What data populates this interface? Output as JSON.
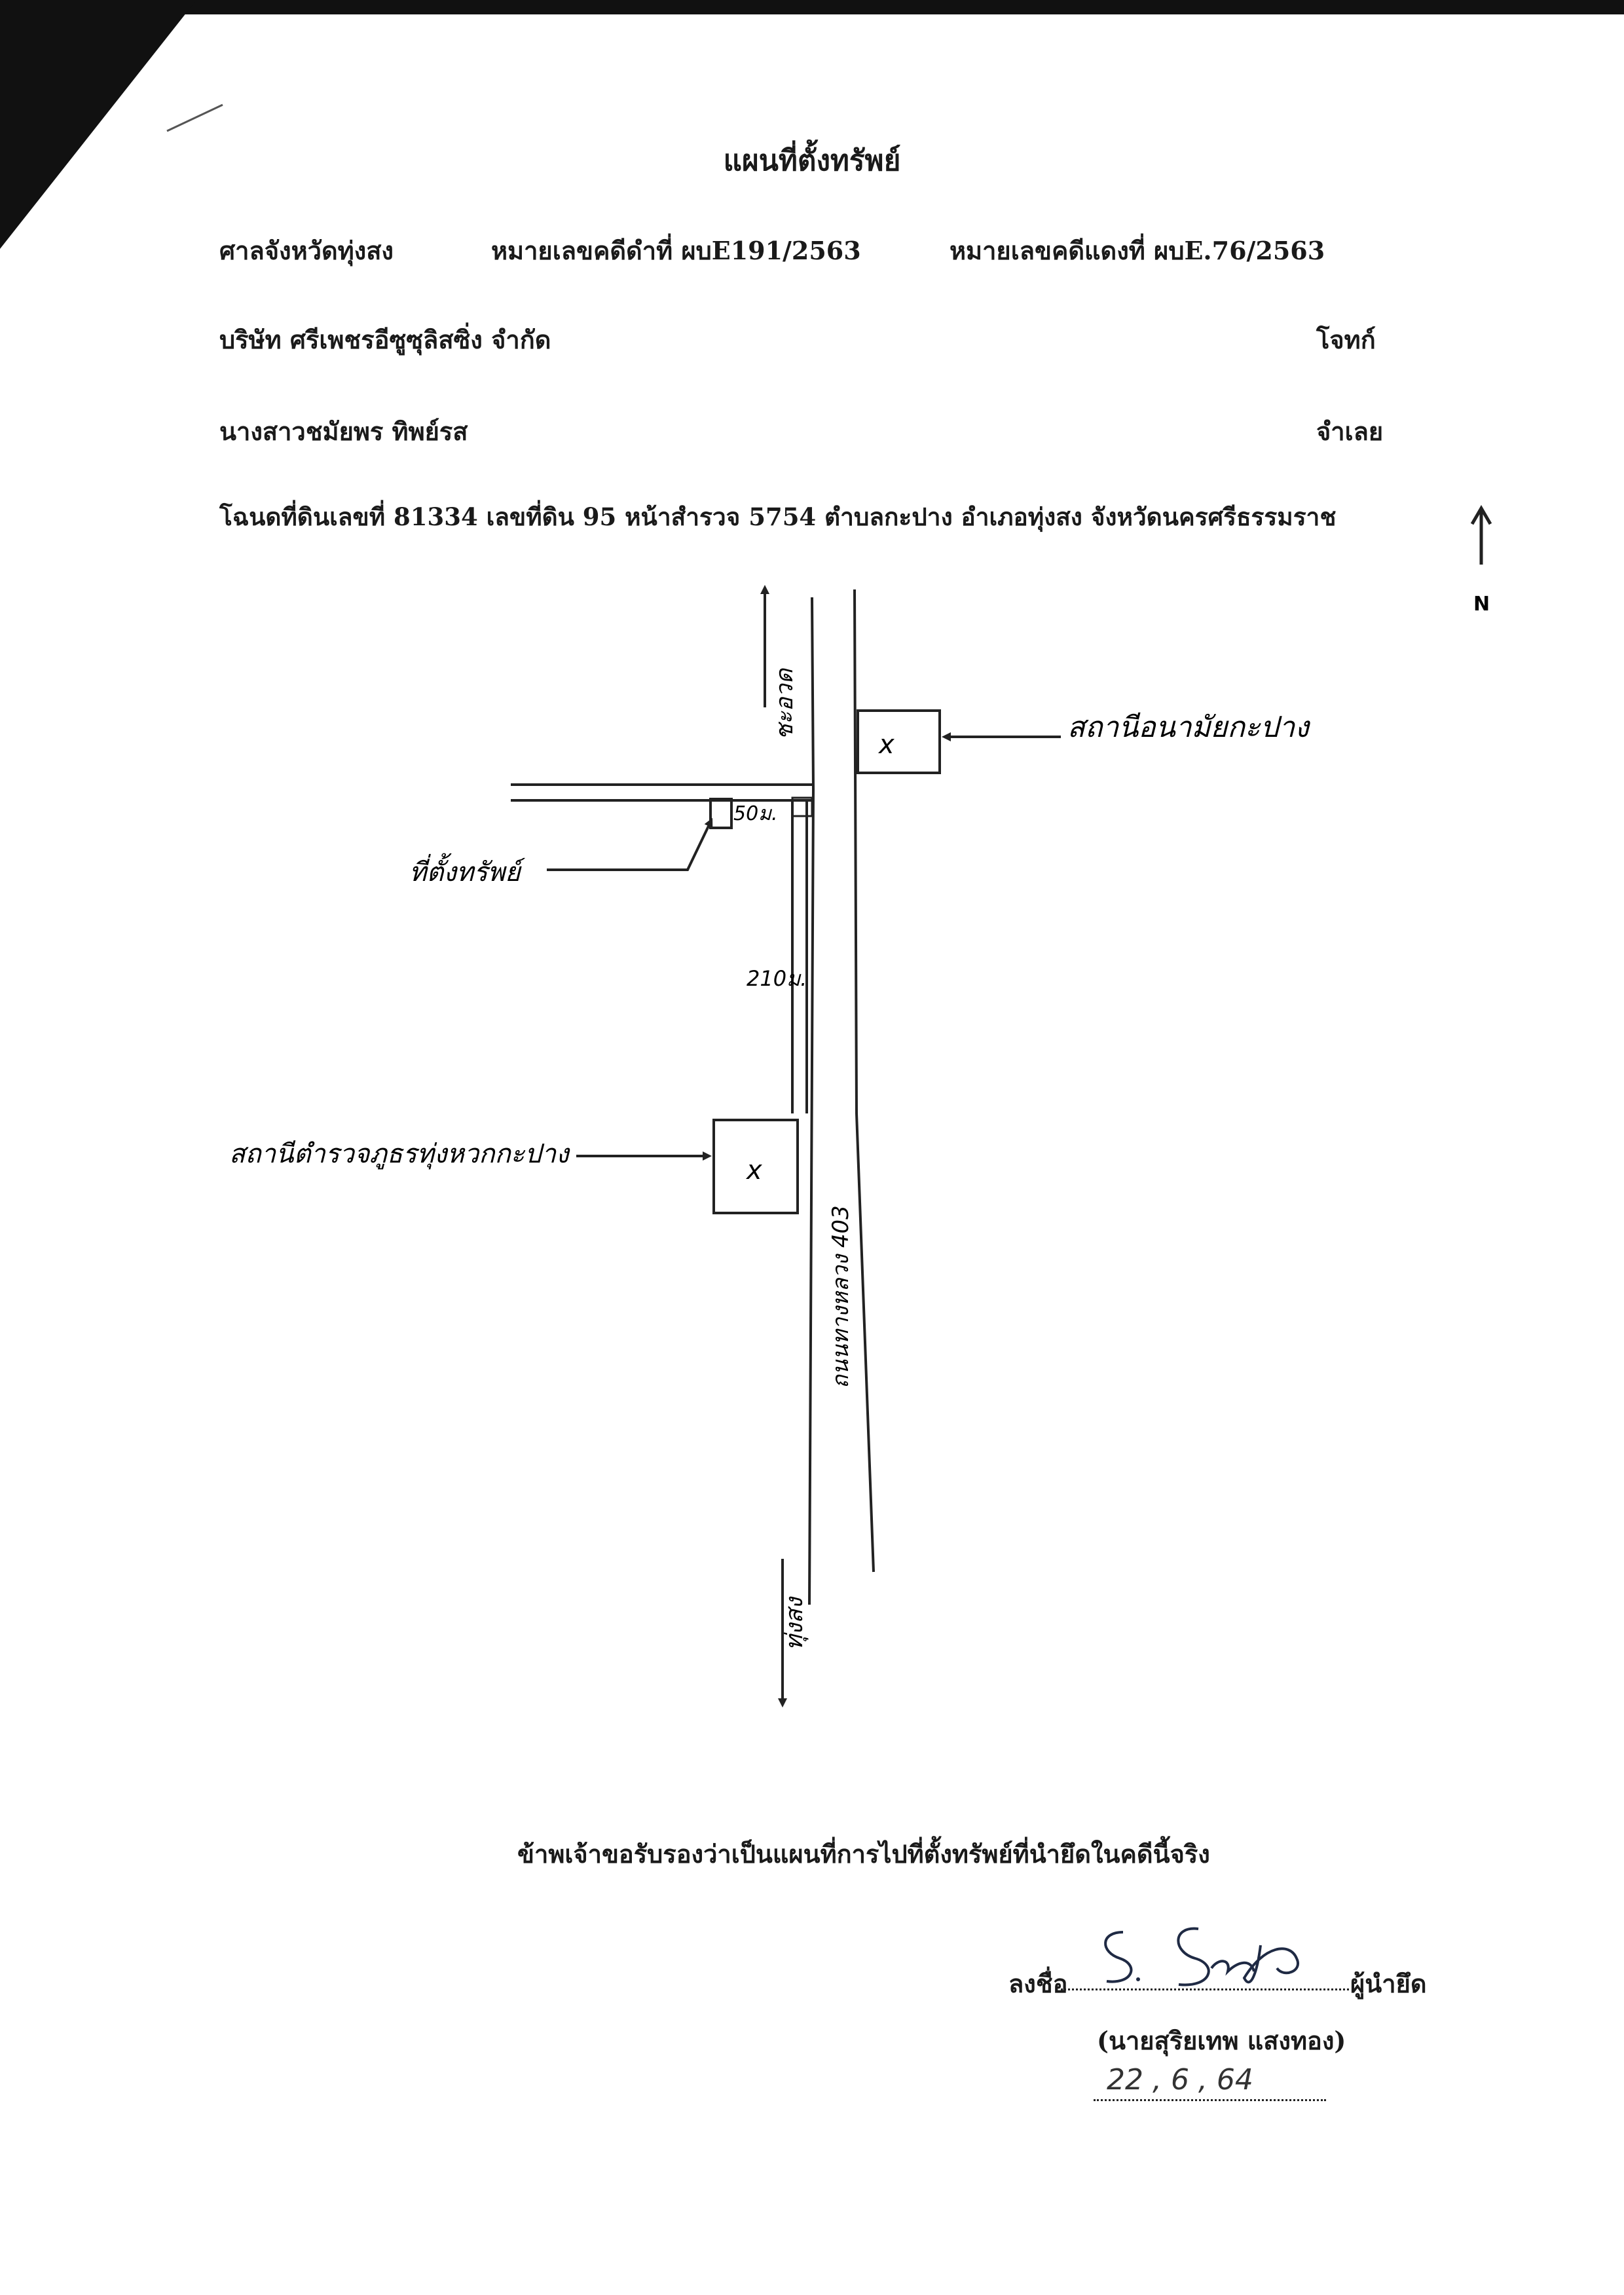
{
  "document": {
    "title": "แผนที่ตั้งทรัพย์",
    "court": "ศาลจังหวัดทุ่งสง",
    "black_case": "หมายเลขคดีดำที่ ผบE191/2563",
    "red_case": "หมายเลขคดีแดงที่ ผบE.76/2563",
    "plaintiff_name": "บริษัท ศรีเพชรอีซูซุลิสซิ่ง จำกัด",
    "plaintiff_role": "โจทก์",
    "defendant_name": "นางสาวชมัยพร ทิพย์รส",
    "defendant_role": "จำเลย",
    "deed_line": "โฉนดที่ดินเลขที่ 81334 เลขที่ดิน 95 หน้าสำรวจ 5754 ตำบลกะปาง อำเภอทุ่งสง จังหวัดนครศรีธรรมราช",
    "certify": "ข้าพเจ้าขอรับรองว่าเป็นแผนที่การไปที่ตั้งทรัพย์ที่นำยึดในคดีนี้จริง",
    "sign_prefix": "ลงชื่อ",
    "sign_role": "ผู้นำยึด",
    "signer_name": "(นายสุริยเทพ แสงทอง)",
    "date_handwritten": "22 , 6 , 64"
  },
  "map": {
    "north_label": "N",
    "label_top_direction": "ชะอวด",
    "label_bottom_direction": "ทุ่งสง",
    "label_health_station": "สถานีอนามัยกะปาง",
    "label_property": "ที่ตั้งทรัพย์",
    "label_distance_1": "50ม.",
    "label_distance_2": "210ม.",
    "label_police_station": "สถานีตำรวจภูธรทุ่งหวกกะปาง",
    "label_road": "ถนนทางหลวง 403",
    "marker": "x"
  }
}
